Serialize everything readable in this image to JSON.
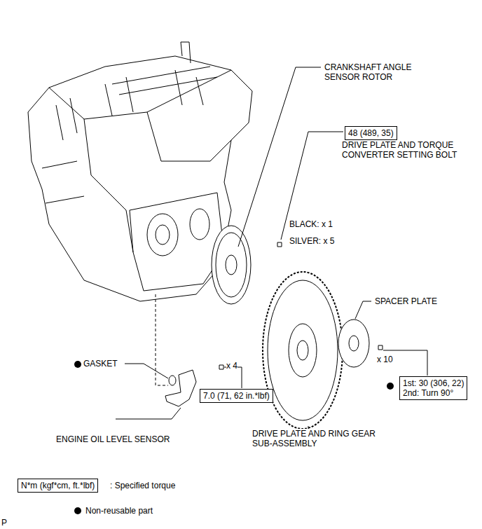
{
  "diagram": {
    "nodes": [
      {
        "text": [
          "48 (489, 35)"
        ]
      },
      {
        "text": [
          "7.0 (71, 62 in.*lbf)"
        ]
      },
      {
        "text": [
          "1st: 30 (306, 22)",
          "2nd: Turn 90°"
        ]
      },
      {
        "text": [
          "N*m (kgf*cm, ft.*lbf)"
        ]
      }
    ],
    "labels": [
      "CRANKSHAFT ANGLE SENSOR ROTOR",
      "DRIVE PLATE AND TORQUE CONVERTER SETTING BOLT",
      "BLACK: x 1",
      "SILVER: x 5",
      "SPACER PLATE",
      "x 10",
      "GASKET",
      "x 4",
      "ENGINE OIL LEVEL SENSOR",
      "DRIVE PLATE AND RING GEAR SUB-ASSEMBLY",
      "P"
    ],
    "legend": [
      {
        "text": ": Specified torque"
      },
      {
        "text": "Non-reusable part"
      }
    ]
  }
}
